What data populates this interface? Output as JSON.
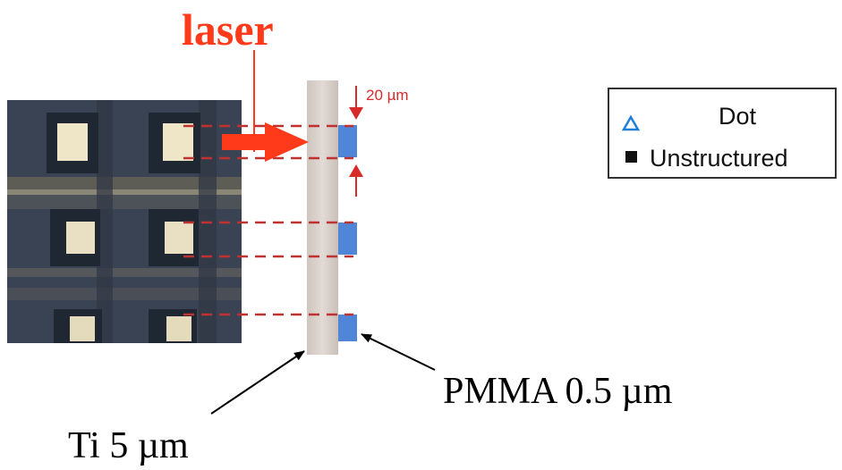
{
  "labels": {
    "laser": "laser",
    "dimension": "20 µm",
    "pmma": "PMMA 0.5 µm",
    "ti": "Ti 5 µm"
  },
  "legend": {
    "items": [
      {
        "label": "Dot",
        "marker": "triangle-outline",
        "color": "#1e7fd6"
      },
      {
        "label": "Unstructured",
        "marker": "square-filled",
        "color": "#111111"
      }
    ]
  },
  "colors": {
    "laser": "#ff3a1a",
    "dashed": "#c0312f",
    "dimension": "#d92a2a",
    "ti_strip": "#d8cfc9",
    "pmma": "#4f86d8"
  }
}
